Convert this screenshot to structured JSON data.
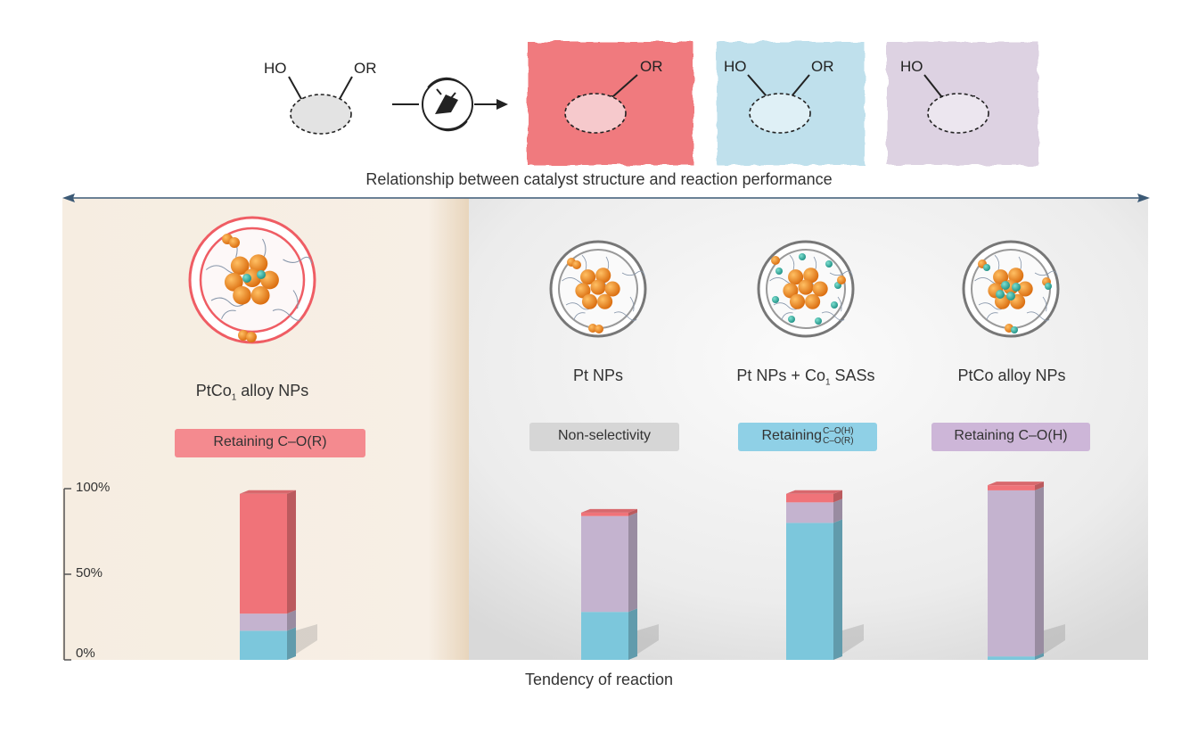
{
  "reaction": {
    "reactant": {
      "left_group": "HO",
      "right_group": "OR"
    },
    "products": [
      {
        "id": "retain-cor",
        "right_group": "OR",
        "color": "#f07a7e"
      },
      {
        "id": "retain-both",
        "left_group": "HO",
        "right_group": "OR",
        "color": "#bfe0ec"
      },
      {
        "id": "retain-coh",
        "left_group": "HO",
        "color": "#ddd2e2"
      }
    ]
  },
  "relationship_label": "Relationship between catalyst structure and reaction performance",
  "tendency_label": "Tendency of reaction",
  "catalysts": [
    {
      "id": "ptco1",
      "label_main": "PtCo",
      "label_sub": "1",
      "label_rest": " alloy NPs",
      "badge": "Retaining C–O(R)",
      "badge_color": "#f48a8f"
    },
    {
      "id": "pt",
      "label": "Pt NPs",
      "badge": "Non-selectivity",
      "badge_color": "#d6d6d6"
    },
    {
      "id": "pt-co1",
      "label_main": "Pt NPs + Co",
      "label_sub": "1",
      "label_rest": " SASs",
      "badge_main": "Retaining",
      "badge_sup": "C–O(H)",
      "badge_sub": "C–O(R)",
      "badge_color": "#8fd0e6"
    },
    {
      "id": "ptco",
      "label": "PtCo alloy NPs",
      "badge": "Retaining C–O(H)",
      "badge_color": "#cdb6d8"
    }
  ],
  "axis": {
    "ticks": [
      "100%",
      "50%",
      "0%"
    ],
    "min": 0,
    "max": 100
  },
  "colors": {
    "cor": "#f07379",
    "coh": "#c4b3cf",
    "cohcor": "#7cc7dc",
    "ptco1_panel": "#f7efe4"
  },
  "bars": [
    {
      "id": "ptco1",
      "cohcor": 17,
      "coh": 10,
      "cor": 70
    },
    {
      "id": "pt",
      "cohcor": 28,
      "coh": 56,
      "cor": 2
    },
    {
      "id": "pt-co1",
      "cohcor": 80,
      "coh": 12,
      "cor": 5
    },
    {
      "id": "ptco",
      "cohcor": 2,
      "coh": 97,
      "cor": 3
    }
  ]
}
